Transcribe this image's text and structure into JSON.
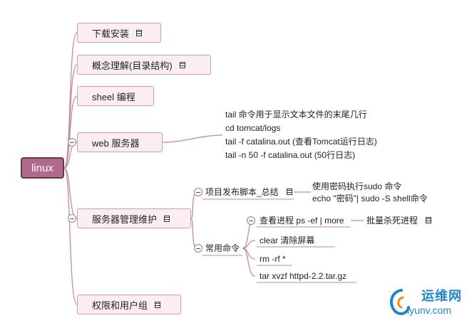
{
  "root": {
    "label": "linux"
  },
  "topics": {
    "download": {
      "label": "下载安装",
      "icon": "note-icon"
    },
    "concepts": {
      "label": "概念理解(目录结构)",
      "icon": "note-icon"
    },
    "shell": {
      "label": "sheel 编程"
    },
    "web": {
      "label": "web 服务器"
    },
    "server": {
      "label": "服务器管理维护",
      "icon": "note-icon"
    },
    "perms": {
      "label": "权限和用户组",
      "icon": "note-icon"
    }
  },
  "web_notes": [
    "tail 命令用于显示文本文件的末尾几行",
    "cd tomcat/logs",
    "tail -f catalina.out (查看Tomcat运行日志)",
    "tail -n 50 -f catalina.out (50行日志)"
  ],
  "server_children": {
    "deploy": {
      "label": "项目发布脚本_总结",
      "notes": [
        "使用密码执行sudo 命令",
        "echo \"密码\"| sudo -S shell命令"
      ]
    },
    "commands": {
      "label": "常用命令",
      "items": {
        "ps": "查看进程 ps -ef | more",
        "kill": "批量杀死进程",
        "clear": "clear 清除屏幕",
        "rm": "rm -rf *",
        "tar": "tar xvzf httpd-2.2.tar.gz"
      }
    }
  },
  "watermark": {
    "cn": "运维网",
    "url": "iyunv.com"
  },
  "colors": {
    "branch": "#c28aa3",
    "root_fill": "#b06a8c",
    "topic_fill": "#fbeef3",
    "watermark": "#1f86c9"
  }
}
